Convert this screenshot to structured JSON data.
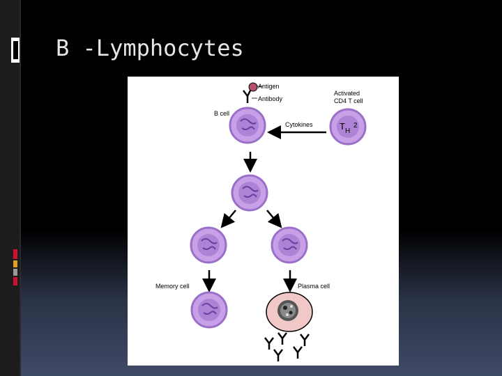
{
  "slide": {
    "title": "B -Lymphocytes"
  },
  "diagram": {
    "labels": {
      "antigen": "Antigen",
      "antibody": "Antibody",
      "b_cell": "B cell",
      "activated_line1": "Activated",
      "activated_line2": "CD4 T cell",
      "cytokines": "Cytokines",
      "th_main": "T",
      "th_sub": "H",
      "th_sup": "2",
      "memory_cell": "Memory cell",
      "plasma_cell": "Plasma cell"
    },
    "colors": {
      "cell_fill": "#c8a0e8",
      "cell_ring": "#9a6fc8",
      "nucleus": "#7d4fb0",
      "antigen": "#b3506b",
      "plasma_fill": "#f0c8c8",
      "accent_yellow": "#e0a020",
      "accent_red": "#d01030",
      "accent_gray": "#999999"
    }
  }
}
